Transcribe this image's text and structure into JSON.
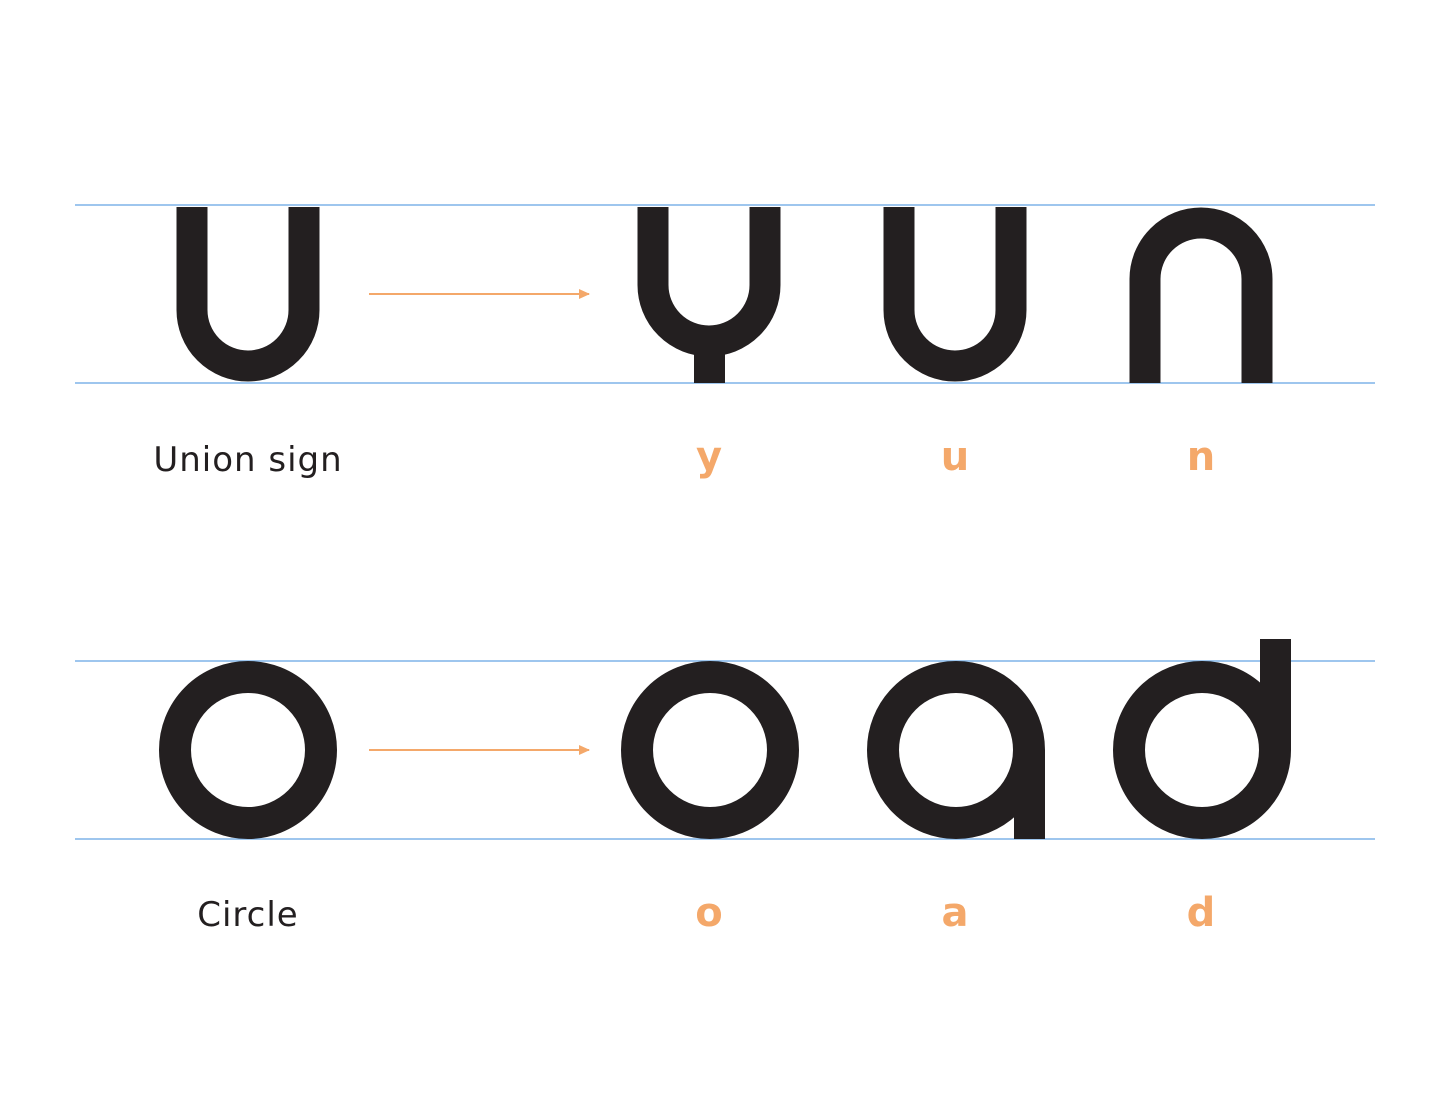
{
  "colors": {
    "guideline": "#7fb4e8",
    "glyph": "#231f20",
    "accent": "#f4a86a"
  },
  "rows": [
    {
      "source_shape": "union",
      "source_label": "Union sign",
      "letters": [
        "y",
        "u",
        "n"
      ]
    },
    {
      "source_shape": "circle",
      "source_label": "Circle",
      "letters": [
        "o",
        "a",
        "d"
      ]
    }
  ]
}
